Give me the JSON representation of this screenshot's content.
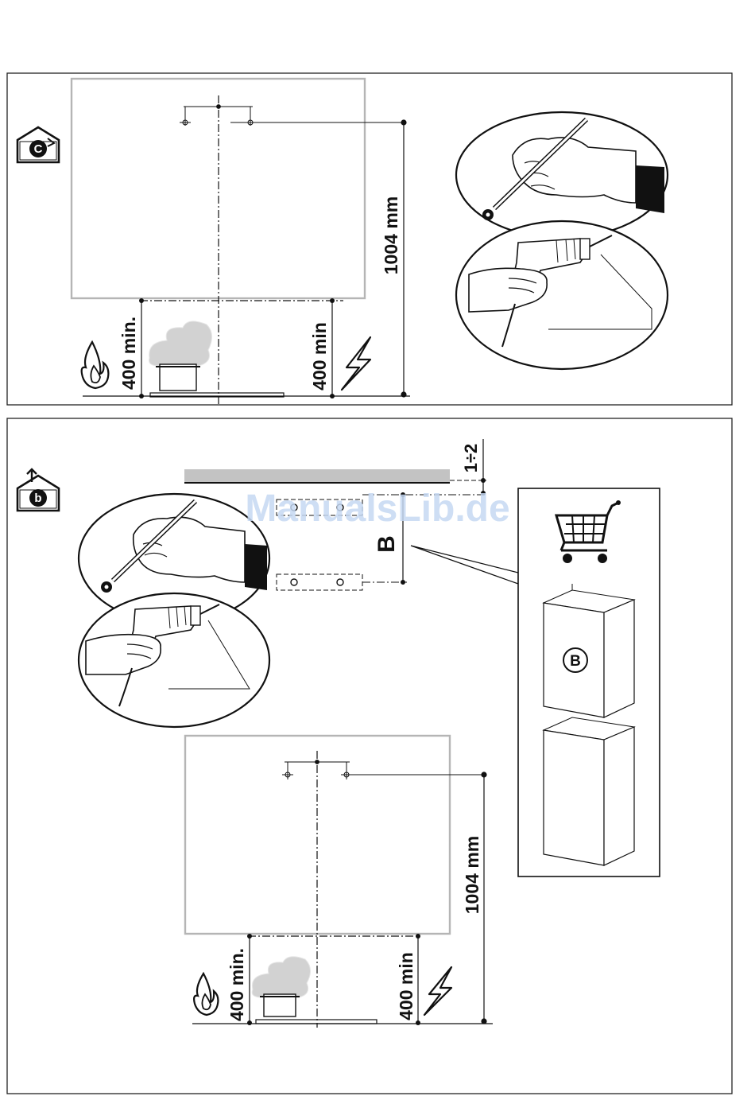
{
  "colors": {
    "line": "#111111",
    "panel_border": "#222222",
    "hood_outline": "#b5b5b5",
    "duct_gray": "#c3c3c3",
    "steam": "#d2d2d2",
    "watermark": "#c6d8f2"
  },
  "icons": {
    "recirculation": "recirculation-house-icon",
    "extraction": "extraction-house-icon",
    "gas": "gas-flame-icon",
    "electric": "lightning-icon",
    "cart": "shopping-cart-icon"
  },
  "top_panel": {
    "height_label": "1004 mm",
    "gas_clearance_label": "400 min.",
    "electric_clearance_label": "400 min"
  },
  "bottom_panel": {
    "gap_label": "1÷2",
    "bracket_label": "B",
    "duct_part_label": "B",
    "height_label": "1004 mm",
    "gas_clearance_label": "400 min.",
    "electric_clearance_label": "400 min"
  },
  "watermark": "ManualsLib.de"
}
